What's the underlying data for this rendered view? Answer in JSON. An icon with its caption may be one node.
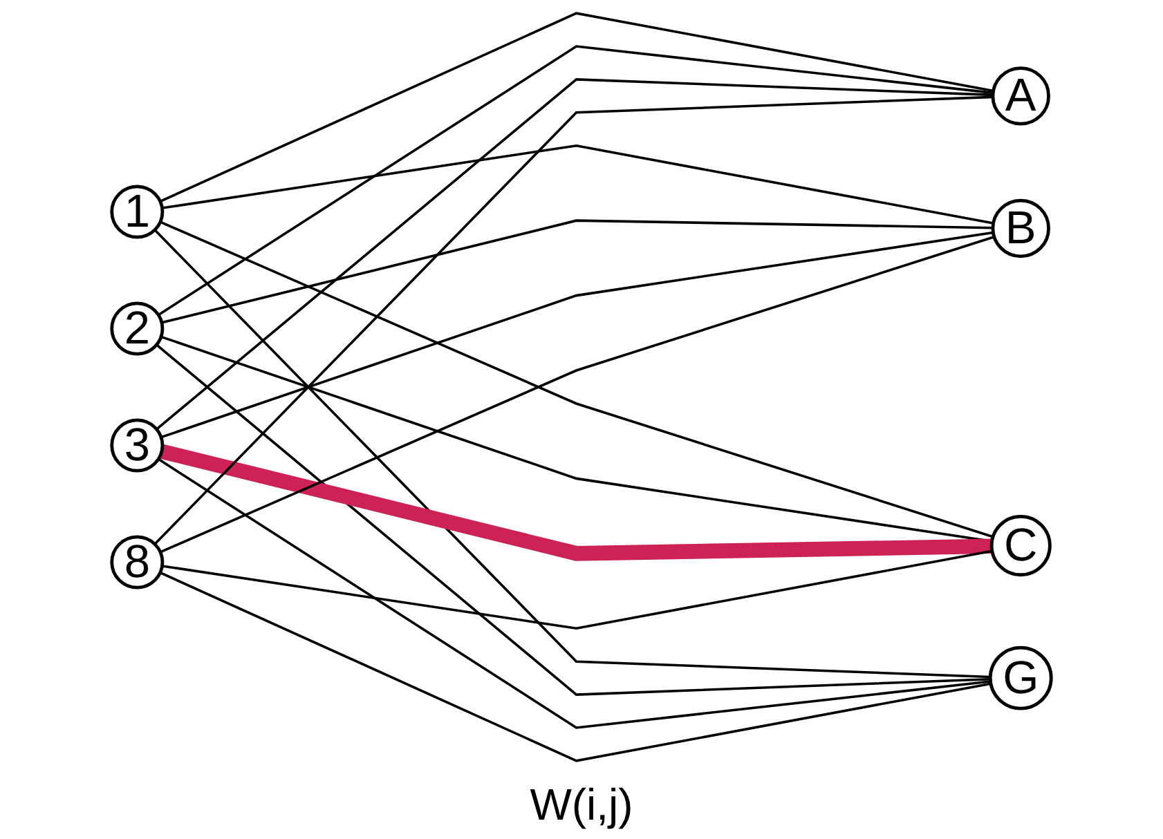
{
  "diagram": {
    "nodes": [
      {
        "text": [
          "1"
        ]
      },
      {
        "text": [
          "2"
        ]
      },
      {
        "text": [
          "3"
        ]
      },
      {
        "text": [
          "8"
        ]
      },
      {
        "text": [
          "A"
        ]
      },
      {
        "text": [
          "B"
        ]
      },
      {
        "text": [
          "C"
        ]
      },
      {
        "text": [
          "G"
        ]
      }
    ],
    "edges": [
      {
        "from": 0,
        "to": 4,
        "arrow": "none"
      },
      {
        "from": 0,
        "to": 5,
        "arrow": "none"
      },
      {
        "from": 0,
        "to": 6,
        "arrow": "none"
      },
      {
        "from": 0,
        "to": 7,
        "arrow": "none"
      },
      {
        "from": 1,
        "to": 4,
        "arrow": "none"
      },
      {
        "from": 1,
        "to": 5,
        "arrow": "none"
      },
      {
        "from": 1,
        "to": 6,
        "arrow": "none"
      },
      {
        "from": 1,
        "to": 7,
        "arrow": "none"
      },
      {
        "from": 2,
        "to": 4,
        "arrow": "none"
      },
      {
        "from": 2,
        "to": 5,
        "arrow": "none"
      },
      {
        "from": 2,
        "to": 6,
        "arrow": "none",
        "style": "thick",
        "color": "#cc2255"
      },
      {
        "from": 2,
        "to": 7,
        "arrow": "none"
      },
      {
        "from": 3,
        "to": 4,
        "arrow": "none"
      },
      {
        "from": 3,
        "to": 5,
        "arrow": "none"
      },
      {
        "from": 3,
        "to": 6,
        "arrow": "none"
      },
      {
        "from": 3,
        "to": 7,
        "arrow": "none"
      }
    ],
    "labels": [
      "W(i,j)"
    ]
  }
}
